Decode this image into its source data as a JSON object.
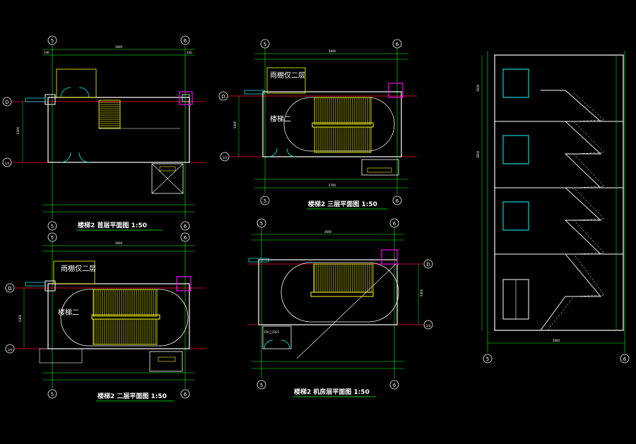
{
  "drawing": {
    "background": "#000000",
    "colors": {
      "dimension": "#00ff00",
      "wall": "#ffffff",
      "axis": "#ff0033",
      "stair": "#ffff00",
      "window": "#00ffff",
      "column": "#ff00ff",
      "arc": "#ffffff"
    }
  },
  "plans": {
    "ground": {
      "title": "楼梯2    首层平面图  1:50",
      "axis_left": "5",
      "axis_right": "6",
      "axis_top_row": "D",
      "axis_bottom_row": "1/4",
      "dim_total": "3600",
      "dim_left_outer": "240",
      "dim_right_outer": "240",
      "dim_vertical": "5400"
    },
    "third": {
      "title": "楼梯2    三层平面图  1:50",
      "label_canopy": "雨棚仅二层",
      "label_stair": "楼梯二",
      "axis_left": "5",
      "axis_right": "6",
      "axis_top_row": "D",
      "axis_bottom_row": "1/4",
      "dim_total": "3600",
      "dim_bottom": "2700",
      "dim_vertical": "5400"
    },
    "second": {
      "title": "楼梯2    二层平面图  1:50",
      "label_canopy": "雨棚仅二层",
      "label_stair": "楼梯二",
      "axis_left": "5",
      "axis_right": "6",
      "axis_top_row": "D",
      "axis_bottom_row": "1/4",
      "dim_total": "3600",
      "dim_vertical": "5400"
    },
    "machine": {
      "title": "楼梯2    机房层平面图  1:50",
      "label_fm": "FM 乙2021",
      "axis_left": "5",
      "axis_right": "6",
      "axis_top_row": "D",
      "axis_bottom_row": "1/4",
      "dim_total": "3600",
      "dim_vertical": "5400"
    }
  },
  "section": {
    "axis_bottom_left": "5",
    "axis_bottom_right": "6",
    "dim_bottom": "3600",
    "level_height": "3600"
  }
}
